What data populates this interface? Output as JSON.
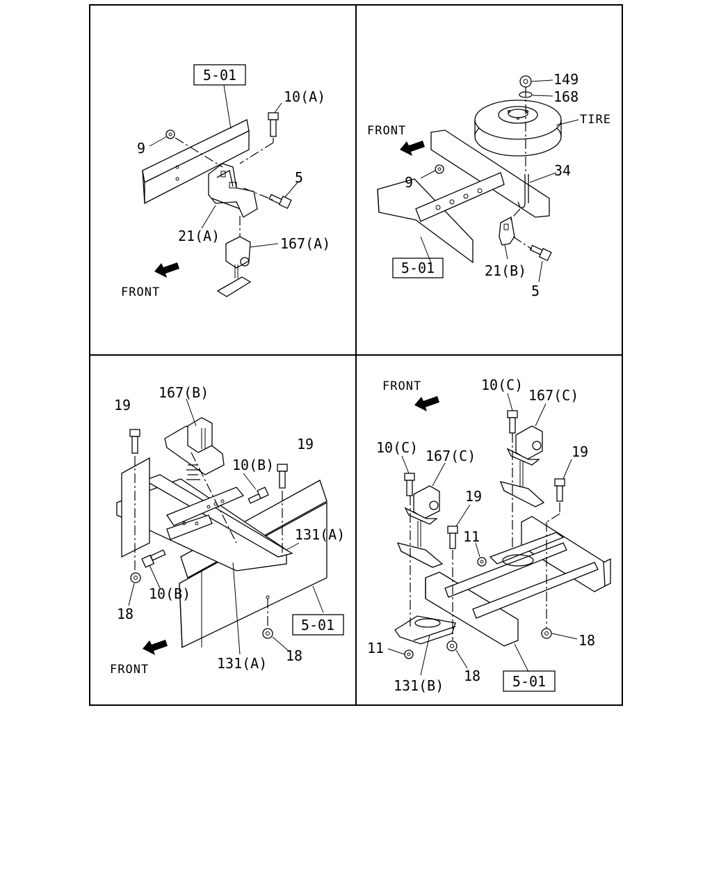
{
  "ref_label": "5-01",
  "front_label": "FRONT",
  "panel_tl": {
    "labels": [
      "10(A)",
      "9",
      "5",
      "21(A)",
      "167(A)"
    ]
  },
  "panel_tr": {
    "labels": [
      "149",
      "168",
      "TIRE",
      "9",
      "34",
      "21(B)",
      "5"
    ]
  },
  "panel_bl": {
    "labels": [
      "167(B)",
      "19",
      "19",
      "10(B)",
      "131(A)",
      "10(B)",
      "18",
      "131(A)",
      "18"
    ]
  },
  "panel_br": {
    "labels": [
      "10(C)",
      "167(C)",
      "10(C)",
      "167(C)",
      "19",
      "19",
      "11",
      "18",
      "11",
      "18",
      "131(B)"
    ]
  }
}
